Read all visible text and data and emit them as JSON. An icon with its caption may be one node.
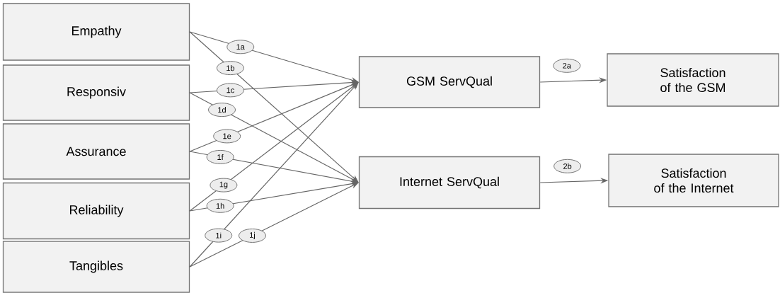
{
  "diagram": {
    "nodes": [
      {
        "text": [
          "Empathy"
        ]
      },
      {
        "text": [
          "Responsiv"
        ]
      },
      {
        "text": [
          "Assurance"
        ]
      },
      {
        "text": [
          "Reliability"
        ]
      },
      {
        "text": [
          "Tangibles"
        ]
      },
      {
        "text": [
          "GSM ServQual"
        ]
      },
      {
        "text": [
          "Internet ServQual"
        ]
      },
      {
        "text": [
          "Satisfaction of the GSM"
        ]
      },
      {
        "text": [
          "Satisfaction of the Internet"
        ]
      }
    ],
    "edges": [
      {
        "from": 0,
        "to": 5,
        "arrow": "to",
        "label": "1a"
      },
      {
        "from": 0,
        "to": 6,
        "arrow": "to",
        "label": "1b"
      },
      {
        "from": 1,
        "to": 5,
        "arrow": "to",
        "label": "1c"
      },
      {
        "from": 1,
        "to": 6,
        "arrow": "to",
        "label": "1d"
      },
      {
        "from": 2,
        "to": 5,
        "arrow": "to",
        "label": "1e"
      },
      {
        "from": 2,
        "to": 6,
        "arrow": "to",
        "label": "1f"
      },
      {
        "from": 3,
        "to": 5,
        "arrow": "to",
        "label": "1g"
      },
      {
        "from": 3,
        "to": 6,
        "arrow": "to",
        "label": "1h"
      },
      {
        "from": 4,
        "to": 5,
        "arrow": "to",
        "label": "1i"
      },
      {
        "from": 4,
        "to": 6,
        "arrow": "to",
        "label": "1j"
      },
      {
        "from": 5,
        "to": 7,
        "arrow": "to",
        "label": "2a"
      },
      {
        "from": 6,
        "to": 8,
        "arrow": "to",
        "label": "2b"
      }
    ]
  }
}
